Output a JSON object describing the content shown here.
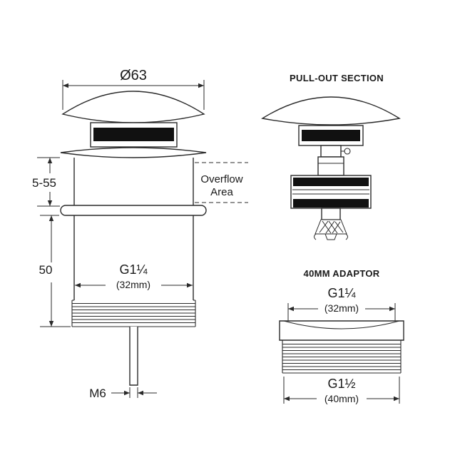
{
  "colors": {
    "line": "#2a2a2a",
    "seal_black": "#111111",
    "background": "#ffffff"
  },
  "main_drawing": {
    "dim_cap_diameter": "Ø63",
    "dim_adjust_range": "5-55",
    "overflow_line1": "Overflow",
    "overflow_line2": "Area",
    "dim_body_length": "50",
    "thread_label": "G1¼",
    "thread_mm": "(32mm)",
    "rod_thread_label": "M6"
  },
  "pull_out_section": {
    "title": "PULL-OUT SECTION"
  },
  "adaptor": {
    "title": "40MM ADAPTOR",
    "top_thread_label": "G1¼",
    "top_thread_mm": "(32mm)",
    "bottom_thread_label": "G1½",
    "bottom_thread_mm": "(40mm)"
  }
}
